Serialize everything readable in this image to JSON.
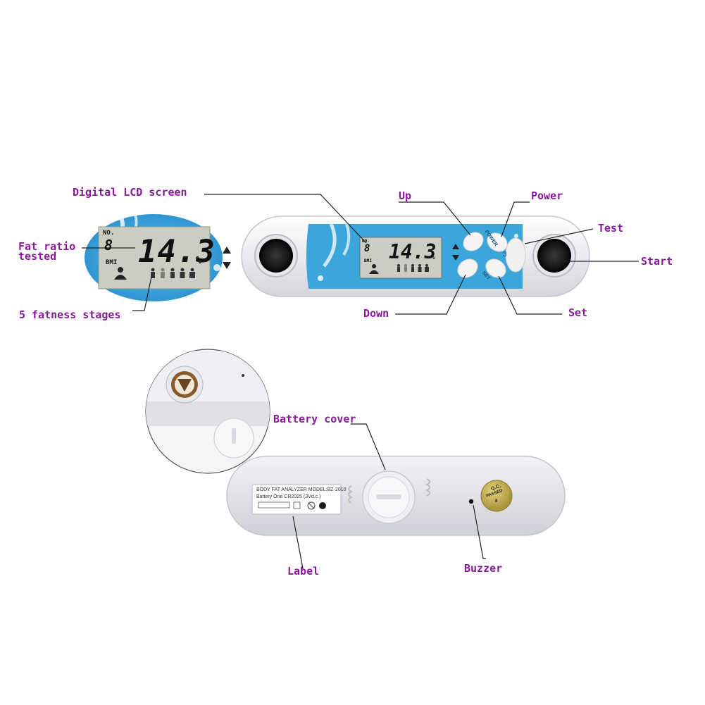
{
  "callouts": {
    "lcd_screen": "Digital LCD screen",
    "fat_ratio_line1": "Fat ratio",
    "fat_ratio_line2": "tested",
    "fatness_stages": "5 fatness stages",
    "up": "Up",
    "power": "Power",
    "test": "Test",
    "start": "Start",
    "down": "Down",
    "set": "Set",
    "battery_cover": "Battery cover",
    "label": "Label",
    "buzzer": "Buzzer"
  },
  "lcd": {
    "reading": "14.3",
    "unit": "%",
    "user_number": "8",
    "bmi_label": "BMI",
    "top_label": "NO."
  },
  "device": {
    "power_key": "POWER",
    "set_key": "SET",
    "test_mark": "3"
  },
  "back_label": {
    "line1": "BODY FAT ANALYZER MODEL:BZ-2010",
    "line2": "Battery One CR2025 (3Vd.c.)"
  },
  "qc_sticker": {
    "line1": "Q.C.",
    "line2": "PASSED",
    "line3": "8"
  },
  "colors": {
    "callout_text": "#8a1a9c",
    "device_blue": "#3aa6dc",
    "lcd_bg": "#c9cdc2",
    "qc_gold": "#c9b450"
  }
}
